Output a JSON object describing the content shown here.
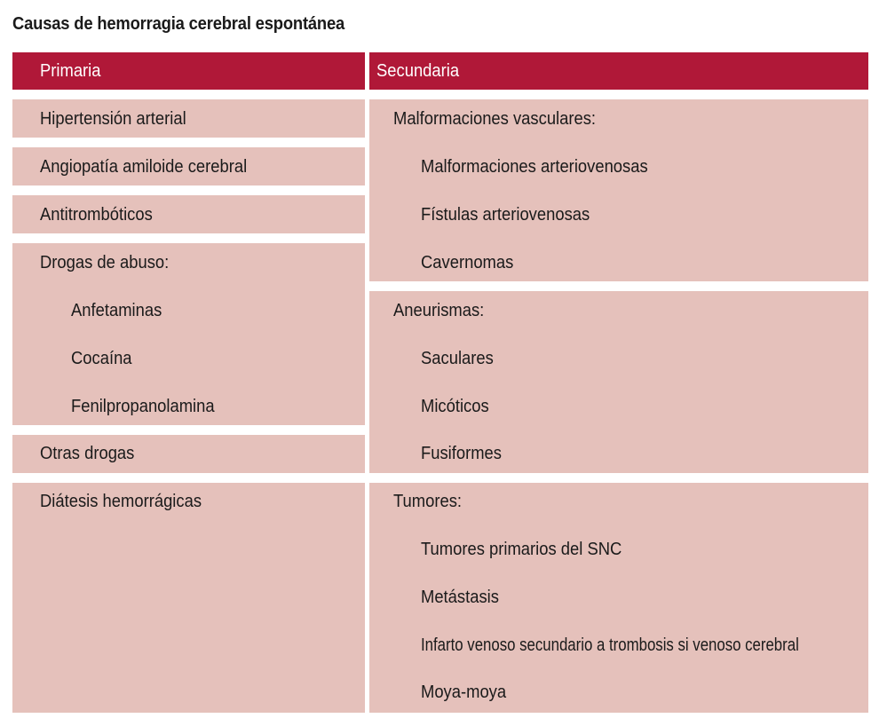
{
  "title": "Causas de hemorragia cerebral espontánea",
  "colors": {
    "header": "#b01838",
    "cell": "#e5c1bb"
  },
  "headers": {
    "primaria": "Primaria",
    "secundaria": "Secundaria"
  },
  "primaria": {
    "hipertension": "Hipertensión arterial",
    "angiopatia": "Angiopatía amiloide cerebral",
    "antitromboticos": "Antitrombóticos",
    "drogas_abuso": {
      "label": "Drogas de abuso:",
      "items": [
        "Anfetaminas",
        "Cocaína",
        "Fenilpropanolamina"
      ]
    },
    "otras_drogas": "Otras drogas",
    "diatesis": "Diátesis hemorrágicas"
  },
  "secundaria": {
    "malformaciones": {
      "label": "Malformaciones vasculares:",
      "items": [
        "Malformaciones arteriovenosas",
        "Fístulas arteriovenosas",
        "Cavernomas"
      ]
    },
    "aneurismas": {
      "label": "Aneurismas:",
      "items": [
        "Saculares",
        "Micóticos",
        "Fusiformes"
      ]
    },
    "tumores": {
      "label": "Tumores:",
      "items": [
        "Tumores primarios del SNC",
        "Metástasis",
        "Infarto venoso secundario a trombosis si venoso cerebral",
        "Moya-moya"
      ]
    }
  }
}
